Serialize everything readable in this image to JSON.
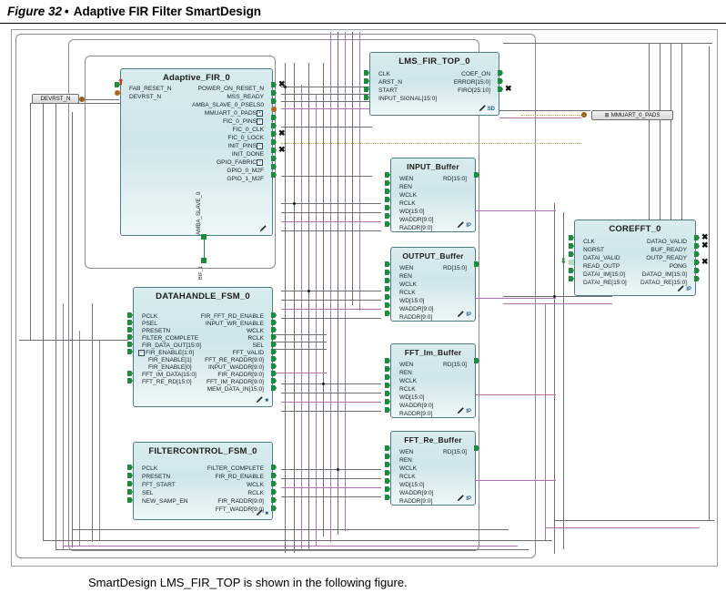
{
  "figure": {
    "number": "Figure 32",
    "bullet": "•",
    "caption": "Adaptive FIR Filter SmartDesign"
  },
  "bottom_caption": "SmartDesign LMS_FIR_TOP is shown in the following figure.",
  "colors": {
    "block_border": "#4d7f86",
    "block_fill": "#d9ecef",
    "wire_gray": "#6e6e6e",
    "wire_magenta": "#b46fb4",
    "wire_dotted": "#c8a23c",
    "pin_green": "#1e8a3c",
    "port_dot": "#9a5a1e",
    "frame_border": "#8a8a8a"
  },
  "ports": [
    {
      "name": "DEVRST_N",
      "side": "left"
    },
    {
      "name": "MMUART_0_PADS",
      "side": "right",
      "expand": "⊞"
    }
  ],
  "blocks": [
    {
      "id": "adaptive-fir",
      "title": "Adaptive_FIR_0",
      "badge": "pen",
      "inputs": [
        {
          "label": "FAB_RESET_N",
          "marker": "in"
        },
        {
          "label": "DEVRST_N",
          "marker": "orange"
        }
      ],
      "outputs": [
        {
          "label": "POWER_ON_RESET_N",
          "marker": "out",
          "x": true
        },
        {
          "label": "MSS_READY",
          "marker": "out"
        },
        {
          "label": "AMBA_SLAVE_0_PSELS0",
          "marker": "out"
        },
        {
          "label": "MMUART_0_PADS",
          "marker": "orange",
          "expand": true
        },
        {
          "label": "FIC_0_PINS",
          "marker": "out",
          "expand": true
        },
        {
          "label": "FIC_0_CLK",
          "marker": "out"
        },
        {
          "label": "FIC_0_LOCK",
          "marker": "out",
          "x": true
        },
        {
          "label": "INIT_PINS",
          "marker": "out",
          "expand": true
        },
        {
          "label": "INIT_DONE",
          "marker": "out",
          "x": true
        },
        {
          "label": "GPIO_FABRIC",
          "marker": "out",
          "expand": true
        },
        {
          "label": "GPIO_0_M2F",
          "marker": "out"
        },
        {
          "label": "GPIO_1_M2F",
          "marker": "out"
        }
      ],
      "bus_label": "AMBA_SLAVE_0"
    },
    {
      "id": "bif-1",
      "title": "BIF_1"
    },
    {
      "id": "datahandle-fsm",
      "title": "DATAHANDLE_FSM_0",
      "badge": "pen-sd",
      "inputs": [
        {
          "label": "PCLK"
        },
        {
          "label": "PSEL"
        },
        {
          "label": "PRESETN"
        },
        {
          "label": "FILTER_COMPLETE"
        },
        {
          "label": "FIR_DATA_OUT[15:0]"
        },
        {
          "label": "FIR_ENABLE[1:0]",
          "expand": true
        },
        {
          "label": "FIR_ENABLE[1]",
          "indent": true
        },
        {
          "label": "FIR_ENABLE[0]",
          "indent": true
        },
        {
          "label": "FFT_IM_DATA[15:0]"
        },
        {
          "label": "FFT_RE_RD[15:0]"
        }
      ],
      "outputs": [
        {
          "label": "FIR_FFT_RD_ENABLE"
        },
        {
          "label": "INPUT_WR_ENABLE"
        },
        {
          "label": "WCLK"
        },
        {
          "label": "RCLK"
        },
        {
          "label": "SEL"
        },
        {
          "label": "FFT_VALID"
        },
        {
          "label": "FFT_RE_RADDR[9:0]"
        },
        {
          "label": "INPUT_WADDR[9:0]"
        },
        {
          "label": "FIR_RADDR[9:0]"
        },
        {
          "label": "FFT_IM_RADDR[9:0]"
        },
        {
          "label": "MEM_DATA_IN[15:0]"
        }
      ]
    },
    {
      "id": "filtercontrol-fsm",
      "title": "FILTERCONTROL_FSM_0",
      "badge": "pen-sd",
      "inputs": [
        {
          "label": "PCLK"
        },
        {
          "label": "PRESETN"
        },
        {
          "label": "FFT_START"
        },
        {
          "label": "SEL"
        },
        {
          "label": "NEW_SAMP_EN"
        }
      ],
      "outputs": [
        {
          "label": "FILTER_COMPLETE"
        },
        {
          "label": "FIR_RD_ENABLE"
        },
        {
          "label": "WCLK"
        },
        {
          "label": "RCLK"
        },
        {
          "label": "FIR_RADDR[9:0]"
        },
        {
          "label": "FFT_WADDR[9:0]"
        }
      ]
    },
    {
      "id": "lms-fir-top",
      "title": "LMS_FIR_TOP_0",
      "badge": "pen-sd",
      "inputs": [
        {
          "label": "CLK"
        },
        {
          "label": "ARST_N"
        },
        {
          "label": "START"
        },
        {
          "label": "INPUT_SIGNAL[15:0]"
        }
      ],
      "outputs": [
        {
          "label": "COEF_ON"
        },
        {
          "label": "ERROR[15:0]"
        },
        {
          "label": "FIRO[25:10]",
          "x": true
        }
      ]
    },
    {
      "id": "input-buffer",
      "title": "INPUT_Buffer",
      "badge": "pen-ip",
      "inputs": [
        {
          "label": "WEN"
        },
        {
          "label": "REN"
        },
        {
          "label": "WCLK"
        },
        {
          "label": "RCLK"
        },
        {
          "label": "WD[15:0]"
        },
        {
          "label": "WADDR[9:0]"
        },
        {
          "label": "RADDR[9:0]"
        }
      ],
      "outputs": [
        {
          "label": "RD[15:0]"
        }
      ]
    },
    {
      "id": "output-buffer",
      "title": "OUTPUT_Buffer",
      "badge": "pen-ip",
      "inputs": [
        {
          "label": "WEN"
        },
        {
          "label": "REN"
        },
        {
          "label": "WCLK"
        },
        {
          "label": "RCLK"
        },
        {
          "label": "WD[15:0]"
        },
        {
          "label": "WADDR[9:0]"
        },
        {
          "label": "RADDR[9:0]"
        }
      ],
      "outputs": [
        {
          "label": "RD[15:0]"
        }
      ]
    },
    {
      "id": "fft-im-buffer",
      "title": "FFT_Im_Buffer",
      "badge": "pen-ip",
      "inputs": [
        {
          "label": "WEN"
        },
        {
          "label": "REN"
        },
        {
          "label": "WCLK"
        },
        {
          "label": "RCLK"
        },
        {
          "label": "WD[15:0]"
        },
        {
          "label": "WADDR[9:0]"
        },
        {
          "label": "RADDR[9:0]"
        }
      ],
      "outputs": [
        {
          "label": "RD[15:0]"
        }
      ]
    },
    {
      "id": "fft-re-buffer",
      "title": "FFT_Re_Buffer",
      "badge": "pen-ip",
      "inputs": [
        {
          "label": "WEN"
        },
        {
          "label": "REN"
        },
        {
          "label": "WCLK"
        },
        {
          "label": "RCLK"
        },
        {
          "label": "WD[15:0]"
        },
        {
          "label": "WADDR[9:0]"
        },
        {
          "label": "RADDR[9:0]"
        }
      ],
      "outputs": [
        {
          "label": "RD[15:0]"
        }
      ]
    },
    {
      "id": "corefft",
      "title": "COREFFT_0",
      "badge": "pen-ip",
      "inputs": [
        {
          "label": "CLK"
        },
        {
          "label": "NGRST"
        },
        {
          "label": "DATAI_VALID"
        },
        {
          "label": "READ_OUTP",
          "marker": "pale"
        },
        {
          "label": "DATAI_IM[15:0]"
        },
        {
          "label": "DATAI_RE[15:0]"
        }
      ],
      "outputs": [
        {
          "label": "DATAO_VALID",
          "x": true
        },
        {
          "label": "BUF_READY",
          "x": true
        },
        {
          "label": "OUTP_READY"
        },
        {
          "label": "PONG",
          "x": true
        },
        {
          "label": "DATAO_IM[15:0]"
        },
        {
          "label": "DATAO_RE[15:0]"
        }
      ]
    }
  ]
}
